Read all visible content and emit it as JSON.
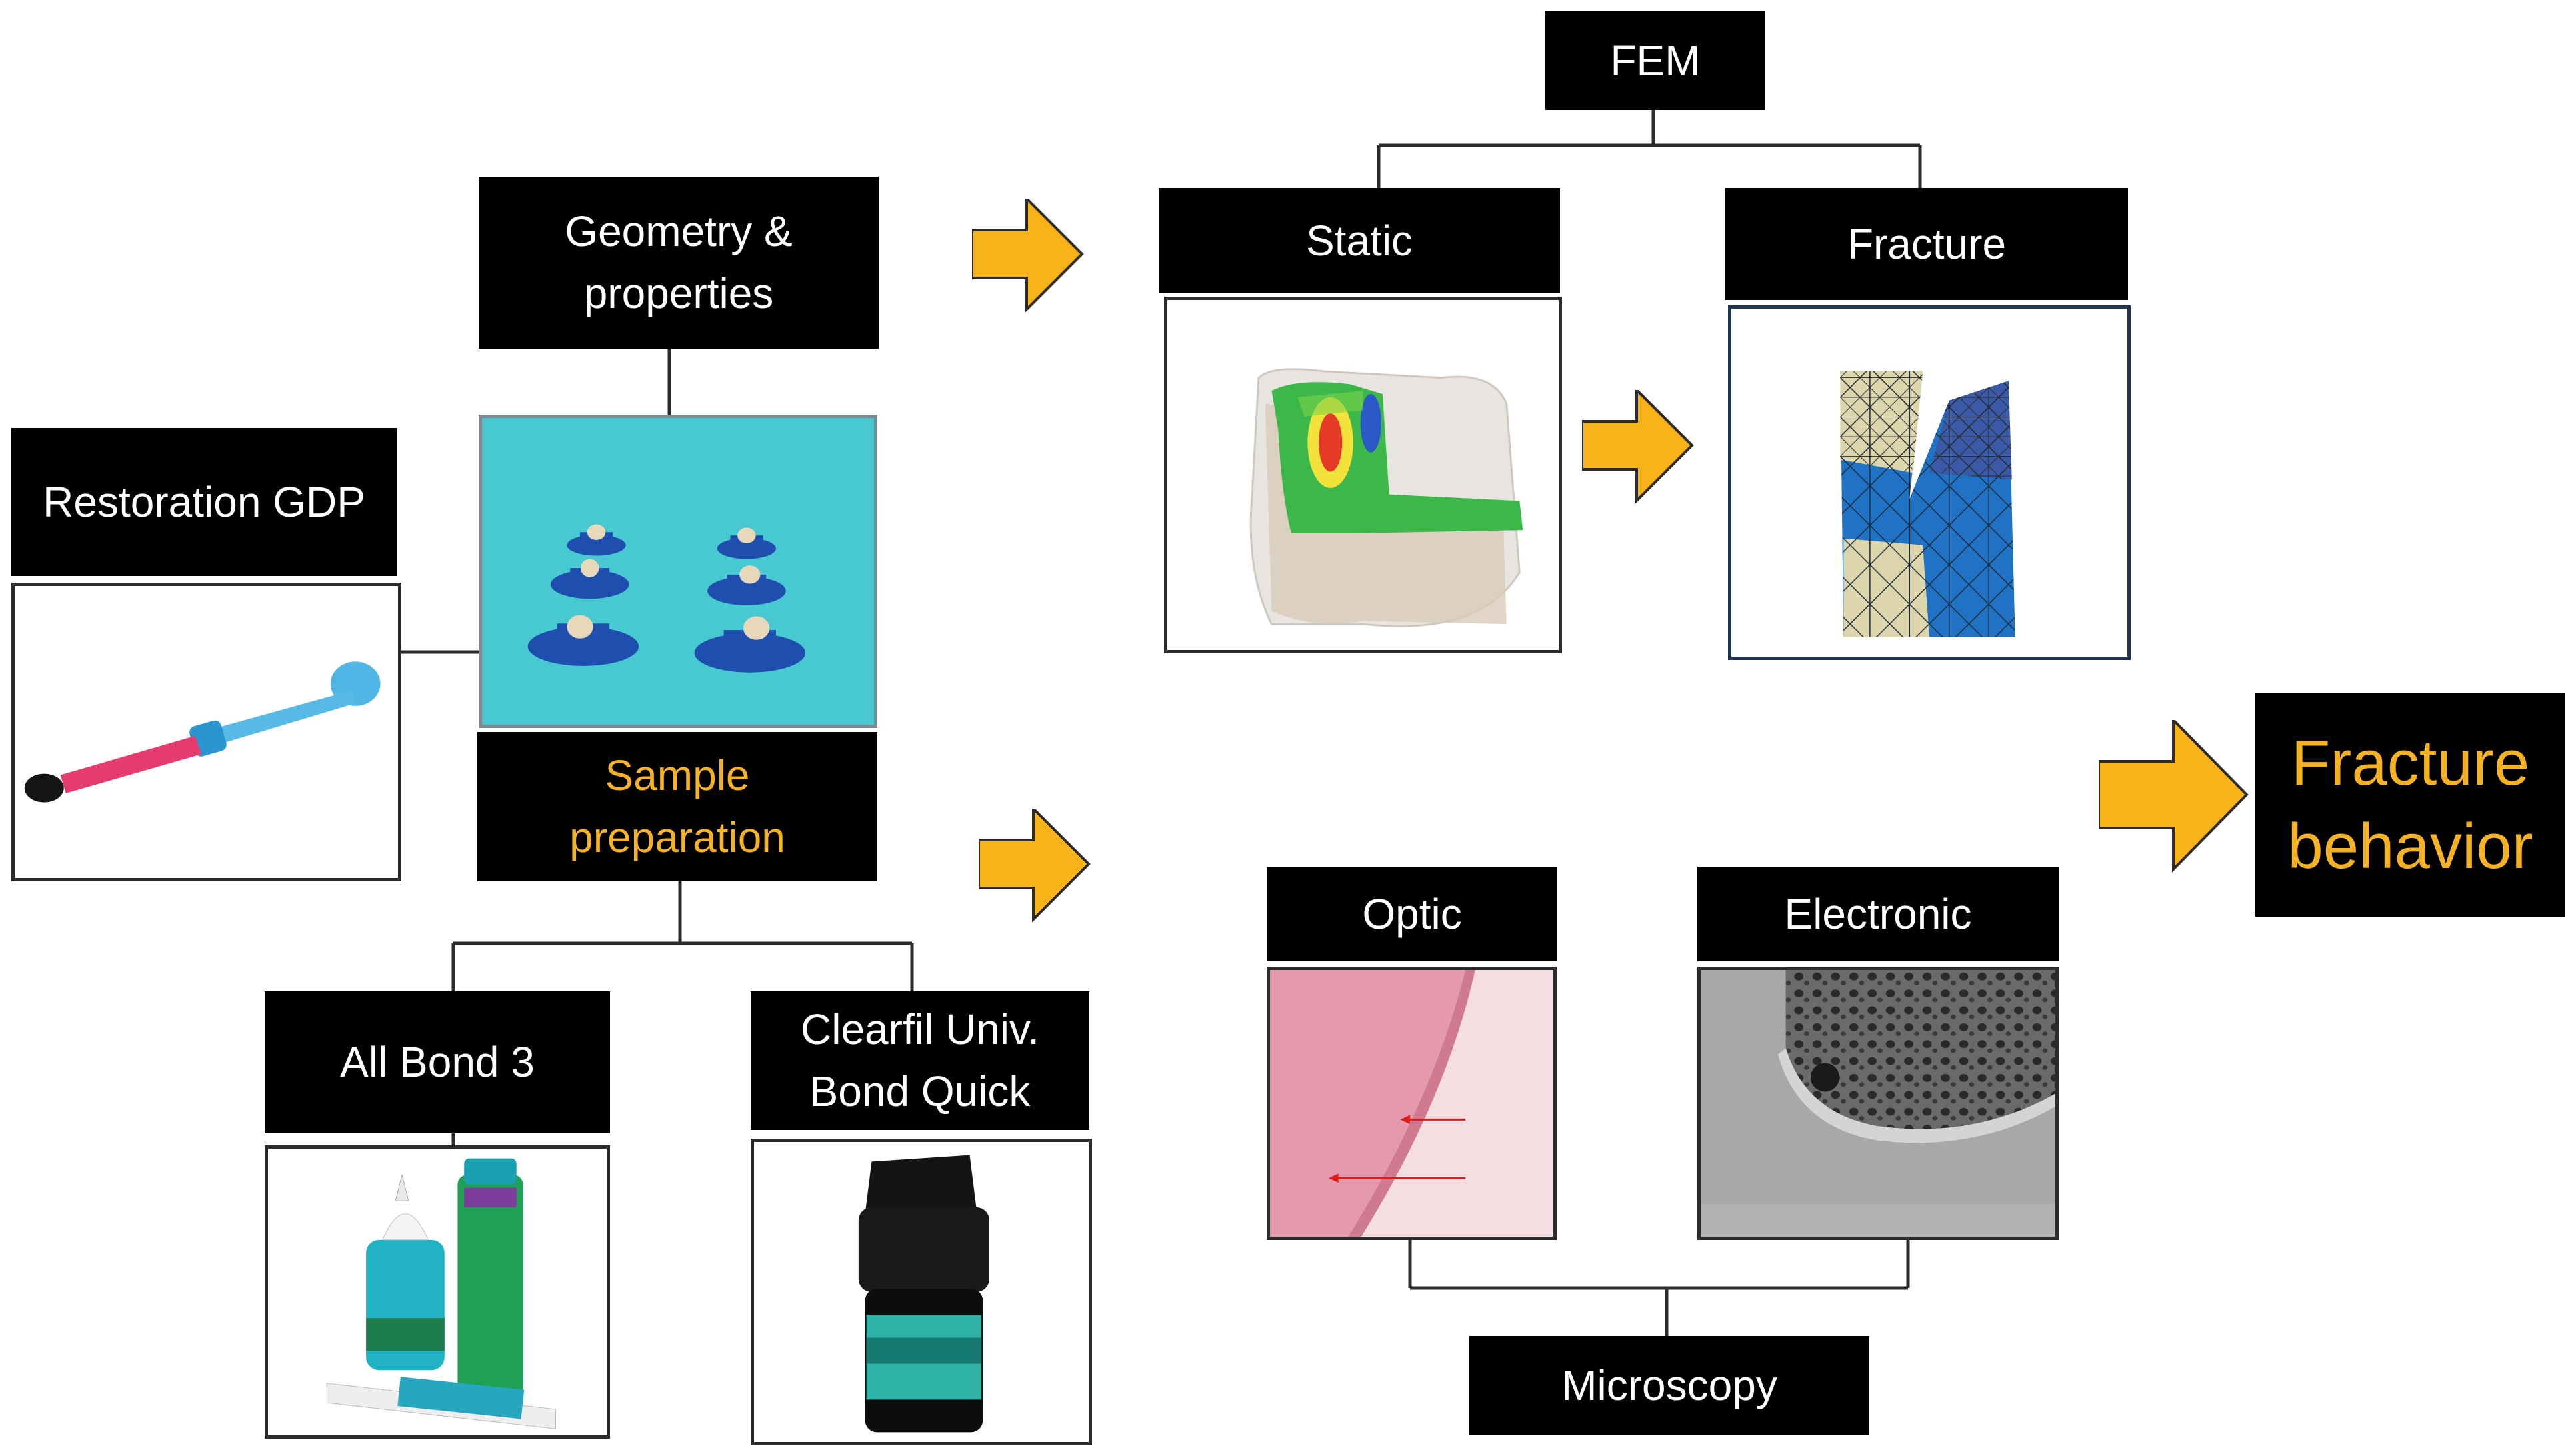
{
  "labels": {
    "fem": "FEM",
    "geometry": "Geometry &\nproperties",
    "static": "Static",
    "fracture": "Fracture",
    "restoration": "Restoration GDP",
    "sample": "Sample\npreparation",
    "all_bond": "All Bond 3",
    "clearfil": "Clearfil Univ.\nBond Quick",
    "optic": "Optic",
    "electronic": "Electronic",
    "microscopy": "Microscopy",
    "fracture_behavior": "Fracture\nbehavior"
  },
  "colors": {
    "box_bg": "#000000",
    "box_text": "#ffffff",
    "highlight_text": "#f5b324",
    "arrow_fill": "#f7b318",
    "line": "#2b2b2b"
  },
  "icons": {
    "arrow": "right-arrow-icon"
  }
}
